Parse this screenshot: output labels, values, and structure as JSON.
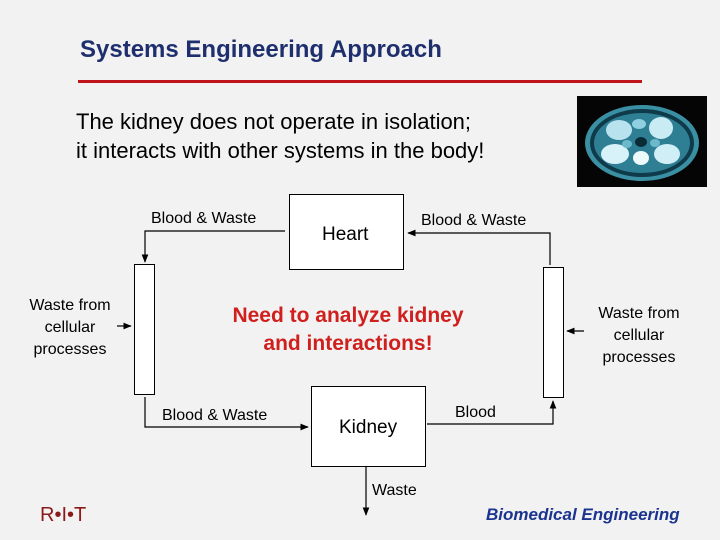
{
  "title": "Systems Engineering Approach",
  "intro": {
    "line1": "The kidney does not operate in isolation;",
    "line2": "it interacts with other systems in the body!"
  },
  "boxes": {
    "heart": "Heart",
    "kidney": "Kidney"
  },
  "labels": {
    "top_left": "Blood & Waste",
    "top_right": "Blood & Waste",
    "left_side": [
      "Waste from",
      "cellular",
      "processes"
    ],
    "right_side": [
      "Waste from",
      "cellular",
      "processes"
    ],
    "bottom_left": "Blood & Waste",
    "bottom_right": "Blood",
    "bottom": "Waste"
  },
  "highlight": {
    "line1": "Need to analyze kidney",
    "line2": "and interactions!"
  },
  "footer": {
    "logo": "R•I•T",
    "brand": "Biomedical Engineering"
  },
  "colors": {
    "title": "#1f2f6e",
    "rule": "#c0141b",
    "highlight": "#d0201e",
    "brand": "#1a3490"
  },
  "image": {
    "icon": "ct-scan-image"
  }
}
